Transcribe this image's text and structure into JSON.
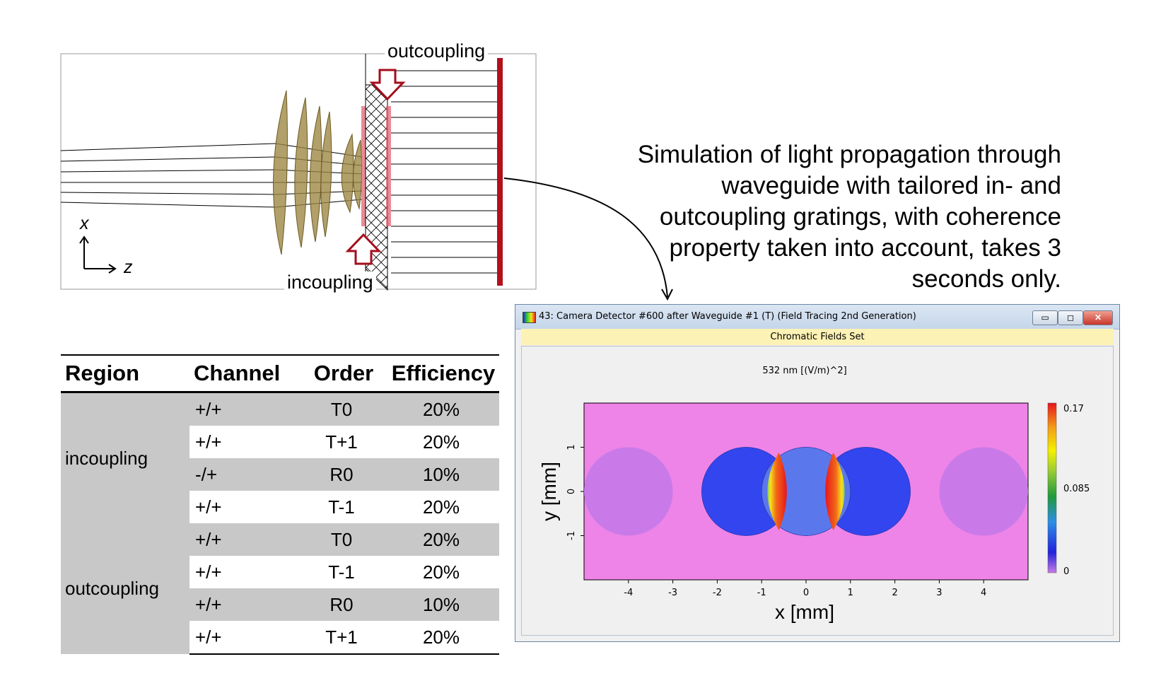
{
  "diagram": {
    "label_outcoupling": "outcoupling",
    "label_incoupling": "incoupling",
    "axis_x": "x",
    "axis_z": "z"
  },
  "caption": "Simulation of light propagation through waveguide with tailored in- and outcoupling gratings, with coherence property taken into account, takes 3 seconds only.",
  "table": {
    "headers": [
      "Region",
      "Channel",
      "Order",
      "Efficiency"
    ],
    "groups": [
      {
        "region": "incoupling",
        "rows": [
          {
            "channel": "+/+",
            "order": "T0",
            "efficiency": "20%"
          },
          {
            "channel": "+/+",
            "order": "T+1",
            "efficiency": "20%"
          },
          {
            "channel": "-/+",
            "order": "R0",
            "efficiency": "10%"
          },
          {
            "channel": "+/+",
            "order": "T-1",
            "efficiency": "20%"
          }
        ]
      },
      {
        "region": "outcoupling",
        "rows": [
          {
            "channel": "+/+",
            "order": "T0",
            "efficiency": "20%"
          },
          {
            "channel": "+/+",
            "order": "T-1",
            "efficiency": "20%"
          },
          {
            "channel": "+/+",
            "order": "R0",
            "efficiency": "10%"
          },
          {
            "channel": "+/+",
            "order": "T+1",
            "efficiency": "20%"
          }
        ]
      }
    ]
  },
  "window": {
    "title": "43: Camera Detector #600 after Waveguide #1 (T) (Field Tracing 2nd Generation)",
    "subtitle": "Chromatic Fields Set",
    "buttons": {
      "minimize": "▭",
      "maximize": "◻",
      "close": "✕"
    },
    "plot": {
      "header": "532 nm  [(V/m)^2]",
      "xlabel": "x [mm]",
      "ylabel": "y [mm]",
      "xticks": [
        "-4",
        "-3",
        "-2",
        "-1",
        "0",
        "1",
        "2",
        "3",
        "4"
      ],
      "yticks": [
        "1",
        "0",
        "-1"
      ],
      "colorbar_ticks": [
        "0.17",
        "0.085",
        "0"
      ],
      "colors": {
        "background": "#ee84e8",
        "dim_circle": "#c97ae8",
        "blue": "#3345ee",
        "center": "#5a78ec"
      }
    }
  },
  "chart_data": {
    "type": "heatmap",
    "title": "532 nm  [(V/m)^2]",
    "xlabel": "x [mm]",
    "ylabel": "y [mm]",
    "xlim": [
      -5,
      5
    ],
    "ylim": [
      -2,
      2
    ],
    "colorbar_range": [
      0,
      0.17
    ],
    "spots": [
      {
        "cx": -4.0,
        "cy": 0,
        "r": 1.0,
        "level": "low"
      },
      {
        "cx": -1.35,
        "cy": 0,
        "r": 1.0,
        "level": "mid-low"
      },
      {
        "cx": 0.0,
        "cy": 0,
        "r": 1.0,
        "level": "mid"
      },
      {
        "cx": 1.35,
        "cy": 0,
        "r": 1.0,
        "level": "mid-low"
      },
      {
        "cx": 4.0,
        "cy": 0,
        "r": 1.0,
        "level": "low"
      }
    ]
  }
}
